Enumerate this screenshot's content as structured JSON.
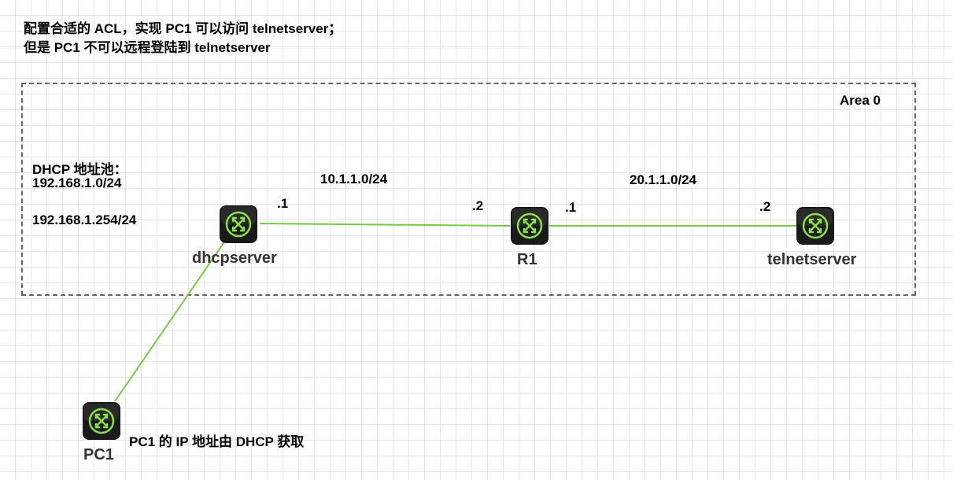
{
  "task": {
    "line1": "配置合适的 ACL，实现 PC1 可以访问 telnetserver；",
    "line2": "但是 PC1 不可以远程登陆到 telnetserver"
  },
  "area": {
    "label": "Area 0"
  },
  "dhcp_pool": {
    "title": "DHCP 地址池：",
    "network": "192.168.1.0/24",
    "gateway": "192.168.1.254/24"
  },
  "subnets": {
    "left": "10.1.1.0/24",
    "right": "20.1.1.0/24"
  },
  "interfaces": {
    "dhcpserver_if": ".1",
    "r1_left_if": ".2",
    "r1_right_if": ".1",
    "telnetserver_if": ".2"
  },
  "devices": {
    "dhcpserver": "dhcpserver",
    "r1": "R1",
    "telnetserver": "telnetserver",
    "pc1": "PC1"
  },
  "pc1_note": "PC1 的 IP 地址由 DHCP 获取",
  "colors": {
    "link": "#7ac943",
    "icon_bg": "#1a1a1a",
    "icon_fg": "#8be04a"
  }
}
